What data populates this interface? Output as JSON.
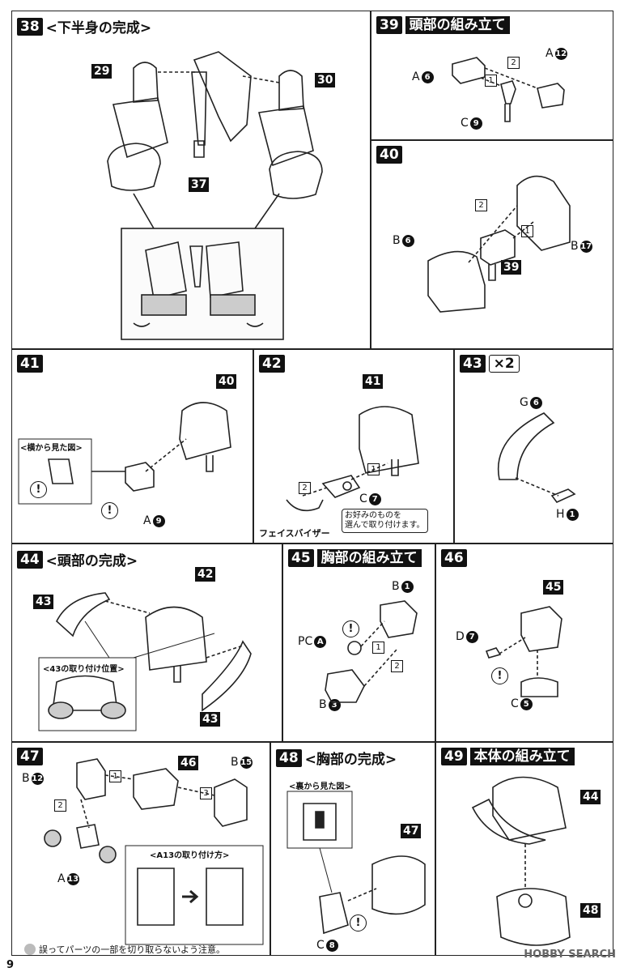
{
  "page_number": "9",
  "watermark": "HOBBY SEARCH",
  "footnote": "誤ってパーツの一部を切り取らないよう注意。",
  "steps": {
    "s38": {
      "num": "38",
      "title": "<下半身の完成>",
      "refs": {
        "a": "29",
        "b": "30",
        "c": "37"
      }
    },
    "s39": {
      "num": "39",
      "title": "頭部の組み立て",
      "parts": {
        "a": "A",
        "a_n": "6",
        "b": "A",
        "b_n": "12",
        "c": "C",
        "c_n": "9"
      },
      "arrows": {
        "one": "1",
        "two": "2"
      }
    },
    "s40": {
      "num": "40",
      "ref": "39",
      "parts": {
        "a": "B",
        "a_n": "6",
        "b": "B",
        "b_n": "17"
      },
      "arrows": {
        "one": "1",
        "two": "2"
      }
    },
    "s41": {
      "num": "41",
      "ref": "40",
      "side_view": "<横から見た図>",
      "parts": {
        "a": "A",
        "a_n": "9"
      },
      "caution": "!"
    },
    "s42": {
      "num": "42",
      "ref": "41",
      "parts": {
        "a": "C",
        "a_n": "7"
      },
      "visor": "フェイスバイザー",
      "note": "お好みのものを\n選んで取り付けます。",
      "arrows": {
        "one": "1",
        "two": "2"
      }
    },
    "s43": {
      "num": "43",
      "times": "×2",
      "parts": {
        "a": "G",
        "a_n": "6",
        "b": "H",
        "b_n": "1"
      }
    },
    "s44": {
      "num": "44",
      "title": "<頭部の完成>",
      "refs": {
        "a": "42",
        "b": "43",
        "c": "43"
      },
      "callout": "<43の取り付け位置>"
    },
    "s45": {
      "num": "45",
      "title": "胸部の組み立て",
      "parts": {
        "a": "B",
        "a_n": "1",
        "b": "PC",
        "b_n": "A",
        "c": "B",
        "c_n": "3"
      },
      "arrows": {
        "one": "1",
        "two": "2"
      },
      "caution": "!"
    },
    "s46": {
      "num": "46",
      "ref": "45",
      "parts": {
        "a": "D",
        "a_n": "7",
        "b": "C",
        "b_n": "5"
      },
      "caution": "!"
    },
    "s47": {
      "num": "47",
      "ref": "46",
      "parts": {
        "a": "B",
        "a_n": "12",
        "b": "B",
        "b_n": "15",
        "c": "A",
        "c_n": "13"
      },
      "arrows": {
        "one": "1",
        "two": "2",
        "three": "3"
      },
      "callout": "<A13の取り付け方>"
    },
    "s48": {
      "num": "48",
      "title": "<胸部の完成>",
      "ref": "47",
      "back_view": "<裏から見た図>",
      "parts": {
        "a": "C",
        "a_n": "8"
      },
      "caution": "!"
    },
    "s49": {
      "num": "49",
      "title": "本体の組み立て",
      "refs": {
        "a": "44",
        "b": "48"
      }
    }
  }
}
